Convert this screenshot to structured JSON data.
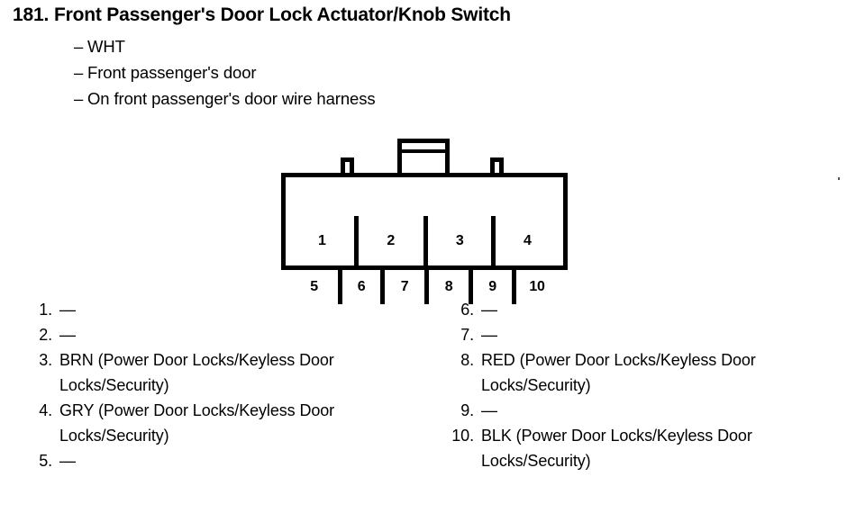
{
  "header": {
    "item_number": "181.",
    "title": "Front Passenger's Door Lock Actuator/Knob Switch",
    "bullets": [
      {
        "dash": "–",
        "text": "WHT"
      },
      {
        "dash": "–",
        "text": "Front passenger's door"
      },
      {
        "dash": "–",
        "text": "On front passenger's door wire harness"
      }
    ]
  },
  "connector": {
    "top_row": [
      {
        "pin": "1"
      },
      {
        "pin": "2"
      },
      {
        "pin": "3"
      },
      {
        "pin": "4"
      }
    ],
    "bottom_row": [
      {
        "pin": "5"
      },
      {
        "pin": "6"
      },
      {
        "pin": "7"
      },
      {
        "pin": "8"
      },
      {
        "pin": "9"
      },
      {
        "pin": "10"
      }
    ]
  },
  "pin_list_left": [
    {
      "num": "1.",
      "desc": "—"
    },
    {
      "num": "2.",
      "desc": "—"
    },
    {
      "num": "3.",
      "desc": "BRN (Power Door Locks/Keyless Door Locks/Security)"
    },
    {
      "num": "4.",
      "desc": "GRY (Power Door Locks/Keyless Door Locks/Security)"
    },
    {
      "num": "5.",
      "desc": "—"
    }
  ],
  "pin_list_right": [
    {
      "num": "6.",
      "desc": "—"
    },
    {
      "num": "7.",
      "desc": "—"
    },
    {
      "num": "8.",
      "desc": "RED (Power Door Locks/Keyless Door Locks/Security)"
    },
    {
      "num": "9.",
      "desc": "—"
    },
    {
      "num": "10.",
      "desc": "BLK (Power Door Locks/Keyless Door Locks/Security)"
    }
  ],
  "colors": {
    "ink": "#000000",
    "paper": "#ffffff"
  }
}
